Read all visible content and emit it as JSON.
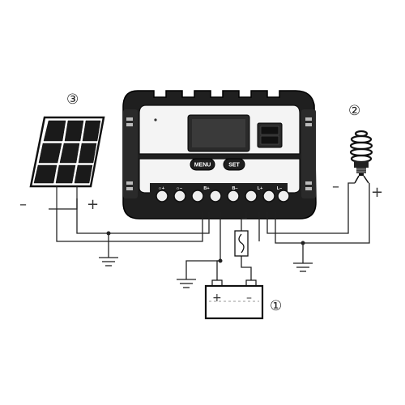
{
  "diagram": {
    "callouts": {
      "battery": "①",
      "load": "②",
      "solar_panel": "③"
    },
    "solar_panel": {
      "minus": "–",
      "plus": "+"
    },
    "load_bulb": {
      "minus": "–",
      "plus": "+"
    },
    "battery": {
      "plus": "+",
      "minus": "–"
    },
    "controller": {
      "buttons": {
        "menu": "MENU",
        "set": "SET"
      },
      "terminals": [
        "☼+",
        "☼–",
        "B+",
        "B–",
        "L+",
        "L–"
      ]
    },
    "colors": {
      "line": "#222222",
      "panel_dark": "#1f1f1f",
      "panel_light": "#f2f2f2"
    }
  }
}
